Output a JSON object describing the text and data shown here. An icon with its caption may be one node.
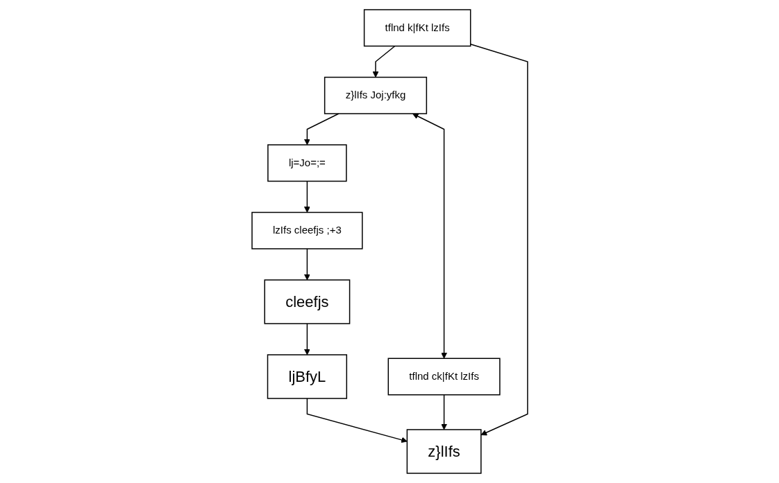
{
  "diagram": {
    "nodes": [
      {
        "text": [
          "z}lIfs Joj:yfkg"
        ]
      },
      {
        "text": [
          "lj=Jo=;="
        ]
      },
      {
        "text": [
          "tflnd k|fKt lzIfs"
        ]
      },
      {
        "text": [
          "lzIfs cleefjs ;+3"
        ]
      },
      {
        "text": [
          "tflnd ck|fKt lzIfs"
        ]
      },
      {
        "text": [
          "cleefjs"
        ]
      },
      {
        "text": [
          "ljBfyL"
        ]
      },
      {
        "text": [
          "z}lIfs"
        ]
      }
    ],
    "edges": [
      {
        "from": 0,
        "to": 1,
        "arrow": "to"
      },
      {
        "from": 1,
        "to": 3,
        "arrow": "to"
      },
      {
        "from": 2,
        "to": 0,
        "arrow": "to"
      },
      {
        "from": 0,
        "to": 4,
        "arrow": "both"
      },
      {
        "from": 3,
        "to": 5,
        "arrow": "to"
      },
      {
        "from": 5,
        "to": 6,
        "arrow": "to"
      },
      {
        "from": 6,
        "to": 7,
        "arrow": "to"
      },
      {
        "from": 2,
        "to": 7,
        "arrow": "to"
      },
      {
        "from": 4,
        "to": 7,
        "arrow": "to"
      }
    ]
  }
}
